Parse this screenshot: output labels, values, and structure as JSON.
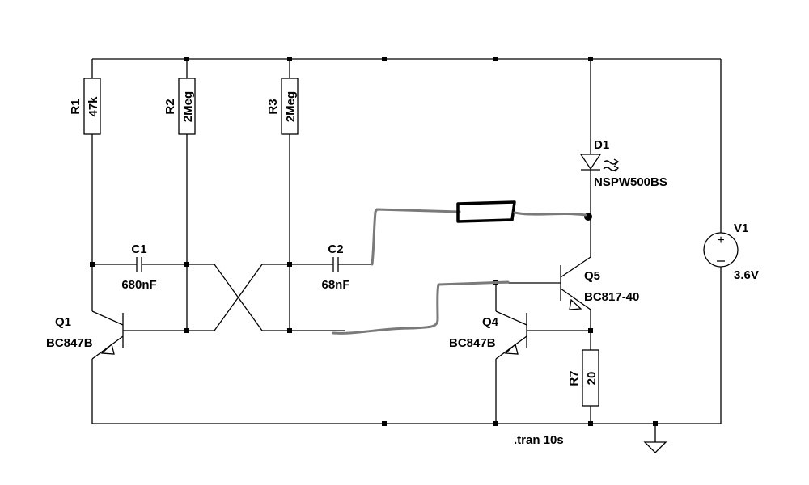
{
  "components": {
    "R1": {
      "name": "R1",
      "value": "47k"
    },
    "R2": {
      "name": "R2",
      "value": "2Meg"
    },
    "R3": {
      "name": "R3",
      "value": "2Meg"
    },
    "R7": {
      "name": "R7",
      "value": "20"
    },
    "C1": {
      "name": "C1",
      "value": "680nF"
    },
    "C2": {
      "name": "C2",
      "value": "68nF"
    },
    "Q1": {
      "name": "Q1",
      "value": "BC847B"
    },
    "Q4": {
      "name": "Q4",
      "value": "BC847B"
    },
    "Q5": {
      "name": "Q5",
      "value": "BC817-40"
    },
    "D1": {
      "name": "D1",
      "value": "NSPW500BS"
    },
    "V1": {
      "name": "V1",
      "value": "3.6V"
    }
  },
  "directive": ".tran 10s"
}
